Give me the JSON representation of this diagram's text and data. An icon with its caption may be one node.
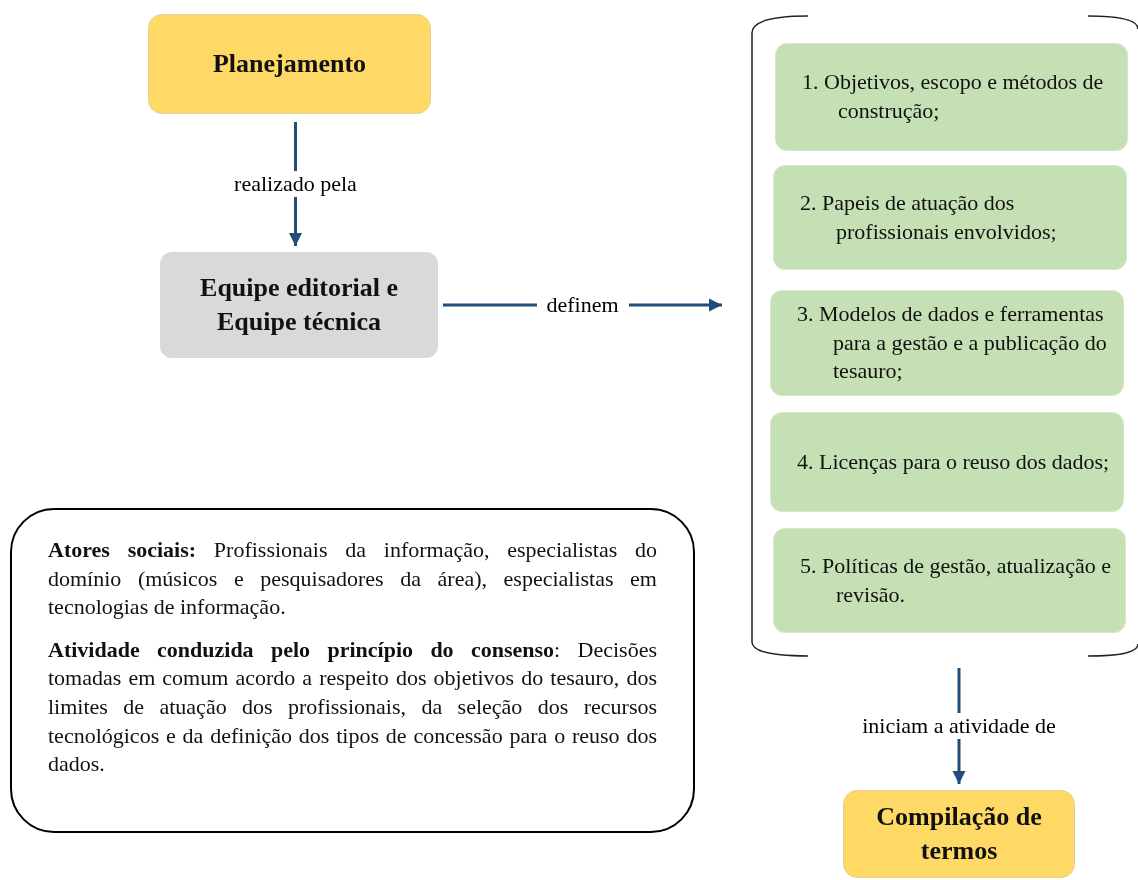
{
  "diagram": {
    "nodes": [
      {
        "text": [
          "Planejamento"
        ]
      },
      {
        "text": [
          "Equipe editorial e Equipe técnica"
        ]
      },
      {
        "text": [],
        "shape": "bracket"
      },
      {
        "text": [
          "1. Objetivos, escopo e métodos de construção;"
        ],
        "in": 2
      },
      {
        "text": [
          "2. Papeis de atuação dos profissionais envolvidos;"
        ],
        "in": 2
      },
      {
        "text": [
          "3. Modelos de dados e ferramentas para a gestão e a publicação do tesauro;"
        ],
        "in": 2
      },
      {
        "text": [
          "4. Licenças para o reuso dos dados;"
        ],
        "in": 2
      },
      {
        "text": [
          "5. Políticas de gestão, atualização e revisão."
        ],
        "in": 2
      },
      {
        "text": [
          "Compilação de termos"
        ]
      },
      {
        "text": [
          "**Atores sociais:** Profissionais da informação, especialistas do domínio (músicos e pesquisadores da área), especialistas em tecnologias de informação.",
          "**Atividade conduzida pelo princípio do consenso**: Decisões tomadas em comum acordo a respeito dos objetivos do tesauro, dos limites de atuação dos profissionais, da seleção dos recursos tecnológicos e da definição dos tipos de concessão para o reuso dos dados."
        ]
      }
    ],
    "edges": [
      {
        "from": 0,
        "to": 1,
        "arrow": "to",
        "label": "realizado pela"
      },
      {
        "from": 1,
        "to": 2,
        "arrow": "to",
        "label": "definem"
      },
      {
        "from": 2,
        "to": 8,
        "arrow": "to",
        "label": "iniciam a atividade de"
      }
    ]
  }
}
